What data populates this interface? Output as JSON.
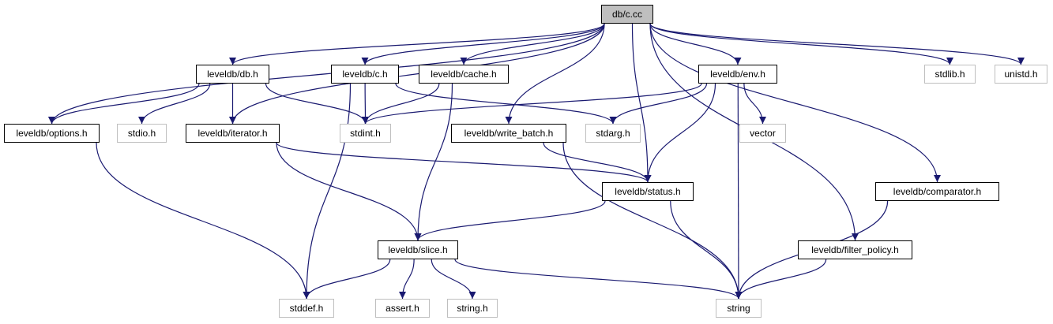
{
  "diagram": {
    "title": "Include dependency graph for db/c.cc",
    "colors": {
      "edge": "#191970",
      "root_fill": "#bfbfbf",
      "internal_border": "#000000",
      "external_border": "#bfbfbf"
    },
    "nodes": [
      {
        "id": "c_cc",
        "label": "db/c.cc",
        "kind": "root"
      },
      {
        "id": "db_h",
        "label": "leveldb/db.h",
        "kind": "internal"
      },
      {
        "id": "c_h",
        "label": "leveldb/c.h",
        "kind": "internal"
      },
      {
        "id": "cache_h",
        "label": "leveldb/cache.h",
        "kind": "internal"
      },
      {
        "id": "env_h",
        "label": "leveldb/env.h",
        "kind": "internal"
      },
      {
        "id": "stdlib_h",
        "label": "stdlib.h",
        "kind": "external"
      },
      {
        "id": "unistd_h",
        "label": "unistd.h",
        "kind": "external"
      },
      {
        "id": "options_h",
        "label": "leveldb/options.h",
        "kind": "internal"
      },
      {
        "id": "stdio_h",
        "label": "stdio.h",
        "kind": "external"
      },
      {
        "id": "iterator_h",
        "label": "leveldb/iterator.h",
        "kind": "internal"
      },
      {
        "id": "stdint_h",
        "label": "stdint.h",
        "kind": "external"
      },
      {
        "id": "write_batch_h",
        "label": "leveldb/write_batch.h",
        "kind": "internal"
      },
      {
        "id": "stdarg_h",
        "label": "stdarg.h",
        "kind": "external"
      },
      {
        "id": "vector",
        "label": "vector",
        "kind": "external"
      },
      {
        "id": "status_h",
        "label": "leveldb/status.h",
        "kind": "internal"
      },
      {
        "id": "comparator_h",
        "label": "leveldb/comparator.h",
        "kind": "internal"
      },
      {
        "id": "slice_h",
        "label": "leveldb/slice.h",
        "kind": "internal"
      },
      {
        "id": "filter_policy_h",
        "label": "leveldb/filter_policy.h",
        "kind": "internal"
      },
      {
        "id": "stddef_h",
        "label": "stddef.h",
        "kind": "external"
      },
      {
        "id": "assert_h",
        "label": "assert.h",
        "kind": "external"
      },
      {
        "id": "string_h",
        "label": "string.h",
        "kind": "external"
      },
      {
        "id": "string",
        "label": "string",
        "kind": "external"
      }
    ],
    "edges": [
      [
        "c_cc",
        "db_h"
      ],
      [
        "c_cc",
        "c_h"
      ],
      [
        "c_cc",
        "cache_h"
      ],
      [
        "c_cc",
        "env_h"
      ],
      [
        "c_cc",
        "stdlib_h"
      ],
      [
        "c_cc",
        "unistd_h"
      ],
      [
        "c_cc",
        "options_h"
      ],
      [
        "c_cc",
        "iterator_h"
      ],
      [
        "c_cc",
        "write_batch_h"
      ],
      [
        "c_cc",
        "status_h"
      ],
      [
        "c_cc",
        "comparator_h"
      ],
      [
        "c_cc",
        "filter_policy_h"
      ],
      [
        "db_h",
        "options_h"
      ],
      [
        "db_h",
        "stdio_h"
      ],
      [
        "db_h",
        "iterator_h"
      ],
      [
        "db_h",
        "stdint_h"
      ],
      [
        "c_h",
        "stdint_h"
      ],
      [
        "c_h",
        "stdarg_h"
      ],
      [
        "c_h",
        "stddef_h"
      ],
      [
        "cache_h",
        "stdint_h"
      ],
      [
        "cache_h",
        "slice_h"
      ],
      [
        "env_h",
        "stdint_h"
      ],
      [
        "env_h",
        "stdarg_h"
      ],
      [
        "env_h",
        "vector"
      ],
      [
        "env_h",
        "status_h"
      ],
      [
        "env_h",
        "string"
      ],
      [
        "options_h",
        "stddef_h"
      ],
      [
        "iterator_h",
        "slice_h"
      ],
      [
        "iterator_h",
        "status_h"
      ],
      [
        "write_batch_h",
        "status_h"
      ],
      [
        "write_batch_h",
        "string"
      ],
      [
        "status_h",
        "slice_h"
      ],
      [
        "status_h",
        "string"
      ],
      [
        "comparator_h",
        "string"
      ],
      [
        "filter_policy_h",
        "string"
      ],
      [
        "slice_h",
        "stddef_h"
      ],
      [
        "slice_h",
        "assert_h"
      ],
      [
        "slice_h",
        "string_h"
      ],
      [
        "slice_h",
        "string"
      ]
    ]
  }
}
